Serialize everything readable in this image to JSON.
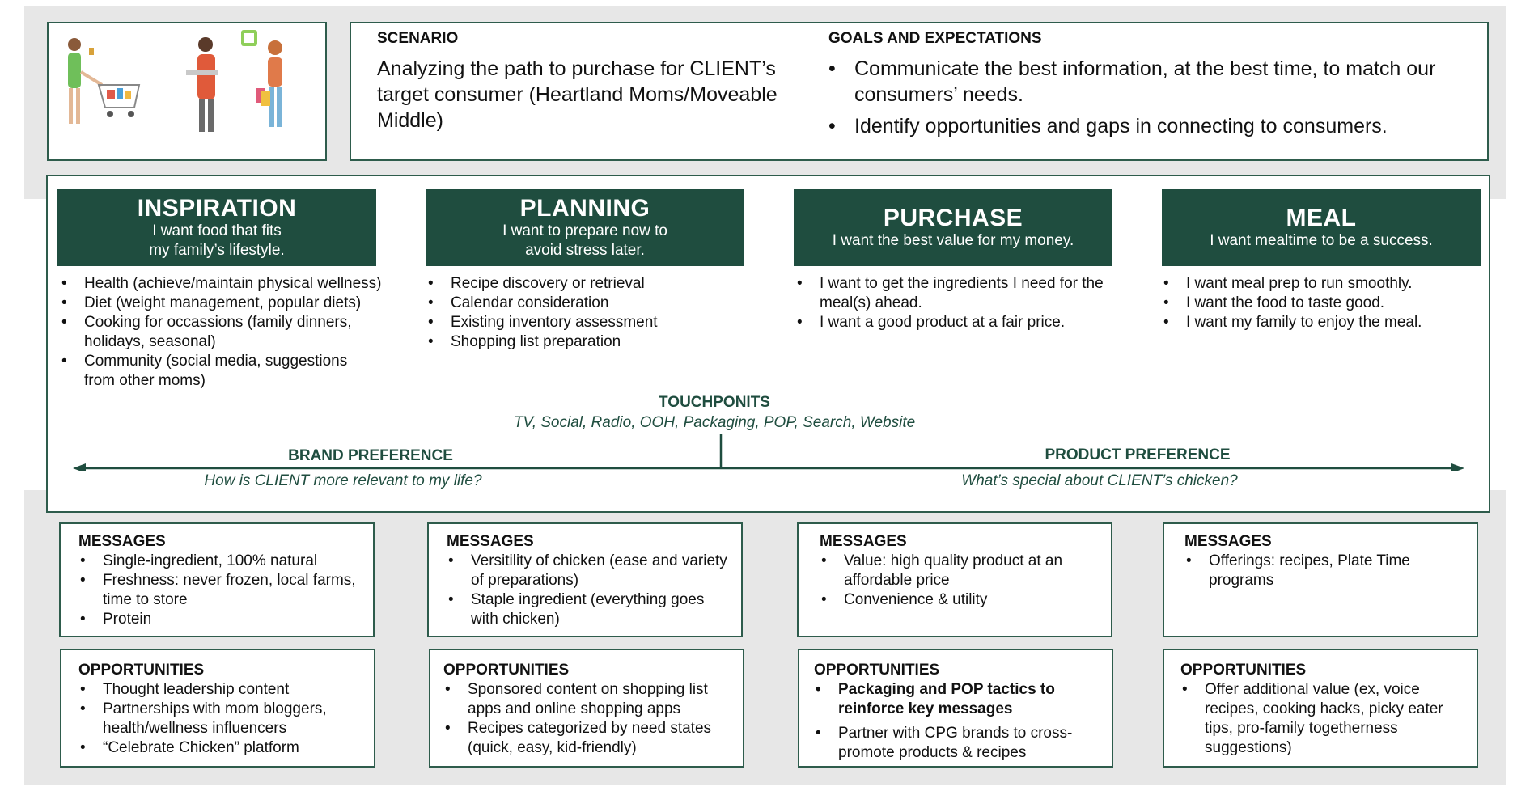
{
  "scenario": {
    "title": "SCENARIO",
    "text": "Analyzing the path to purchase for CLIENT’s target consumer (Heartland Moms/Moveable Middle)"
  },
  "goals": {
    "title": "GOALS AND EXPECTATIONS",
    "items": [
      "Communicate the best information, at the best time, to match our consumers’ needs.",
      "Identify opportunities and gaps in connecting to consumers."
    ]
  },
  "stages": [
    {
      "title": "INSPIRATION",
      "subtitle": "I want food that fits\nmy family’s lifestyle.",
      "bullets": [
        "Health (achieve/maintain physical wellness)",
        "Diet (weight management, popular diets)",
        "Cooking for occassions (family dinners, holidays, seasonal)",
        "Community (social media, suggestions from other moms)"
      ]
    },
    {
      "title": "PLANNING",
      "subtitle": "I want to prepare now to\navoid stress later.",
      "bullets": [
        "Recipe discovery or retrieval",
        "Calendar consideration",
        "Existing inventory assessment",
        "Shopping list preparation"
      ]
    },
    {
      "title": "PURCHASE",
      "subtitle": "I want the best value for my money.",
      "bullets": [
        "I want to get the ingredients I need for the meal(s) ahead.",
        "I want a good product at a fair price."
      ]
    },
    {
      "title": "MEAL",
      "subtitle": "I want mealtime to be a success.",
      "bullets": [
        "I want meal prep to run smoothly.",
        "I want the food to taste good.",
        "I want my family to enjoy the meal."
      ]
    }
  ],
  "touchpoints": {
    "title": "TOUCHPONITS",
    "text": "TV,  Social, Radio, OOH, Packaging, POP, Search, Website"
  },
  "brand_preference": {
    "title": "BRAND PREFERENCE",
    "question": "How is CLIENT more relevant to my life?"
  },
  "product_preference": {
    "title": "PRODUCT PREFERENCE",
    "question": "What’s special about CLIENT’s chicken?"
  },
  "messages": [
    {
      "title": "MESSAGES",
      "bullets": [
        "Single-ingredient, 100% natural",
        "Freshness: never frozen, local farms, time to store",
        "Protein"
      ]
    },
    {
      "title": "MESSAGES",
      "bullets": [
        "Versitility of chicken (ease and variety of preparations)",
        "Staple ingredient (everything goes with chicken)"
      ]
    },
    {
      "title": "MESSAGES",
      "bullets": [
        "Value: high quality product at an affordable price",
        "Convenience & utility"
      ]
    },
    {
      "title": "MESSAGES",
      "bullets": [
        "Offerings: recipes, Plate Time programs"
      ]
    }
  ],
  "opportunities": [
    {
      "title": "OPPORTUNITIES",
      "bullets": [
        "Thought leadership content",
        "Partnerships with mom bloggers, health/wellness influencers",
        "“Celebrate Chicken” platform"
      ]
    },
    {
      "title": "OPPORTUNITIES",
      "bullets": [
        "Sponsored content on shopping list apps and online shopping apps",
        "Recipes categorized by need states (quick, easy, kid-friendly)"
      ]
    },
    {
      "title": "OPPORTUNITIES",
      "bullets": [
        "Packaging and POP tactics to reinforce key messages",
        "Partner with CPG brands to cross-promote products & recipes"
      ]
    },
    {
      "title": "OPPORTUNITIES",
      "bullets": [
        "Offer additional value (ex, voice recipes, cooking hacks, picky eater tips, pro-family togetherness suggestions)"
      ]
    }
  ],
  "colors": {
    "accent": "#1f4d3f",
    "band": "#e7e7e7"
  }
}
